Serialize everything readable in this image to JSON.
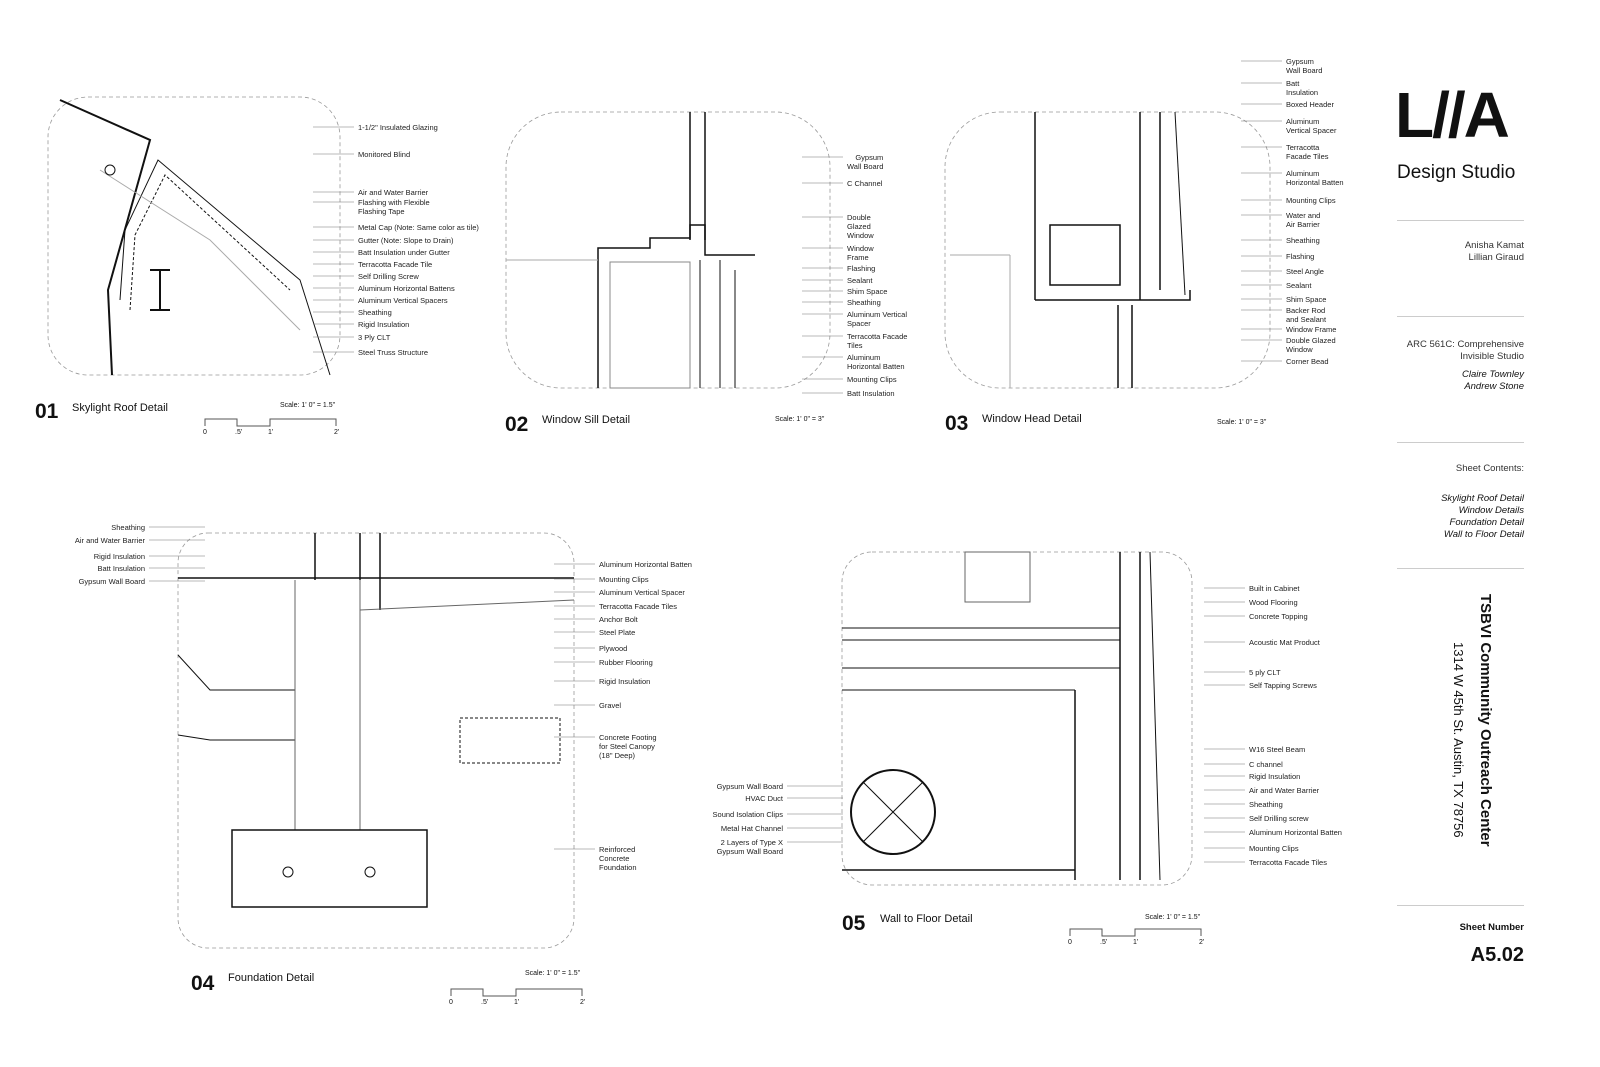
{
  "details": [
    {
      "number": "01",
      "title": "Skylight Roof Detail",
      "scale": "Scale: 1' 0\" = 1.5\"",
      "ticks": [
        "0",
        ".5'",
        "1'",
        "2'"
      ],
      "labels": [
        "1-1/2\" Insulated Glazing",
        "Monitored Blind",
        "Air and Water Barrier",
        "Flashing with Flexible\nFlashing Tape",
        "Metal Cap (Note: Same color as tile)",
        "Gutter (Note: Slope to Drain)",
        "Batt Insulation under Gutter",
        "Terracotta Facade Tile",
        "Self Drilling Screw",
        "Aluminum Horizontal Battens",
        "Aluminum Vertical Spacers",
        "Sheathing",
        "Rigid Insulation",
        "3 Ply CLT",
        "Steel Truss Structure"
      ]
    },
    {
      "number": "02",
      "title": "Window Sill Detail",
      "scale": "Scale: 1' 0\" = 3\"",
      "labels": [
        "    Gypsum\nWall Board",
        "C Channel",
        "Double\nGlazed\nWindow",
        "Window\nFrame",
        "Flashing",
        "Sealant",
        "Shim Space",
        "Sheathing",
        "Aluminum Vertical\nSpacer",
        "Terracotta Facade\nTiles",
        "Aluminum\nHorizontal Batten",
        "Mounting Clips",
        "Batt Insulation"
      ]
    },
    {
      "number": "03",
      "title": "Window Head Detail",
      "scale": "Scale: 1' 0\" = 3\"",
      "labels": [
        "Gypsum\nWall Board",
        "Batt\nInsulation",
        "Boxed Header",
        "Aluminum\nVertical Spacer",
        "Terracotta\nFacade Tiles",
        "Aluminum\nHorizontal Batten",
        "Mounting Clips",
        "Water and\nAir Barrier",
        "Sheathing",
        "Flashing",
        "Steel Angle",
        "Sealant",
        "Shim Space",
        "Backer Rod\nand Sealant",
        "Window Frame",
        "Double Glazed\nWindow",
        "Corner Bead"
      ]
    },
    {
      "number": "04",
      "title": "Foundation Detail",
      "scale": "Scale: 1' 0\" = 1.5\"",
      "ticks": [
        "0",
        ".5'",
        "1'",
        "2'"
      ],
      "labels_left": [
        "Sheathing",
        "Air and Water Barrier",
        "Rigid Insulation",
        "Batt Insulation",
        "Gypsum Wall Board"
      ],
      "labels": [
        "Aluminum Horizontal Batten",
        "Mounting Clips",
        "Aluminum Vertical Spacer",
        "Terracotta Facade Tiles",
        "Anchor Bolt",
        "Steel Plate",
        "Plywood",
        "Rubber Flooring",
        "Rigid Insulation",
        "Gravel",
        "Concrete Footing\nfor Steel Canopy\n(18\" Deep)",
        "Reinforced\nConcrete\nFoundation"
      ]
    },
    {
      "number": "05",
      "title": "Wall to Floor Detail",
      "scale": "Scale: 1' 0\" = 1.5\"",
      "ticks": [
        "0",
        ".5'",
        "1'",
        "2'"
      ],
      "labels_left": [
        "Gypsum Wall Board",
        "HVAC Duct",
        "Sound Isolation Clips",
        "Metal Hat Channel",
        "2 Layers of Type X\nGypsum Wall Board"
      ],
      "labels": [
        "Built in Cabinet",
        "Wood Flooring",
        "Concrete Topping",
        "Acoustic Mat Product",
        "5 ply CLT",
        "Self Tapping Screws",
        "W16 Steel Beam",
        "C channel",
        "Rigid Insulation",
        "Air and Water Barrier",
        "Sheathing",
        "Self Drilling screw",
        "Aluminum Horizontal Batten",
        "Mounting Clips",
        "Terracotta Facade Tiles"
      ]
    }
  ],
  "titleblock": {
    "logo": "L//A",
    "studio": "Design Studio",
    "authors": [
      "Anisha Kamat",
      "Lillian Giraud"
    ],
    "course": [
      "ARC 561C: Comprehensive",
      "Invisible Studio"
    ],
    "instructors": [
      "Claire Townley",
      "Andrew Stone"
    ],
    "contents_label": "Sheet Contents:",
    "contents": [
      "Skylight Roof Detail",
      "Window Details",
      "Foundation Detail",
      "Wall to Floor Detail"
    ],
    "project": "TSBVI Community Outreach Center",
    "address": "1314 W 45th St. Austin, TX 78756",
    "sheet_number_label": "Sheet Number",
    "sheet_number": "A5.02"
  }
}
